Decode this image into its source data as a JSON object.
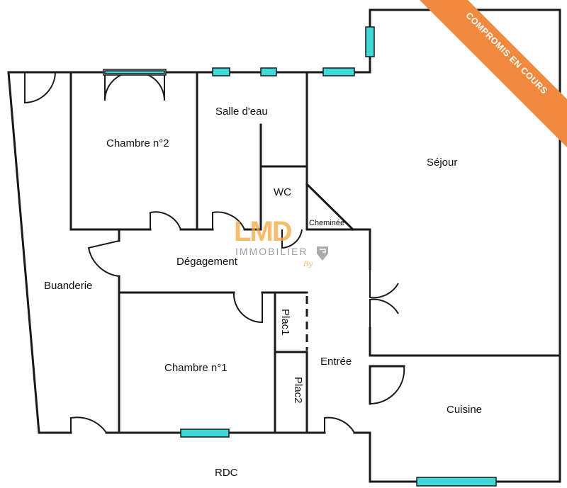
{
  "rooms": {
    "chambre2": "Chambre n°2",
    "salle_eau": "Salle d'eau",
    "sejour": "Séjour",
    "wc": "WC",
    "cheminee": "Cheminée",
    "degagement": "Dégagement",
    "buanderie": "Buanderie",
    "chambre1": "Chambre n°1",
    "plac1": "Plac1",
    "entree": "Entrée",
    "plac2": "Plac2",
    "cuisine": "Cuisine"
  },
  "level": "RDC",
  "watermark": {
    "logo_text": "LMD",
    "subtitle": "IMMOBILIER",
    "by": "By"
  },
  "banner": {
    "text": "COMPROMIS EN COURS",
    "color": "#f0883e"
  },
  "colors": {
    "window": "#3fd8d8",
    "walls": "#1a1a1a",
    "watermark": "#f6a63a"
  }
}
